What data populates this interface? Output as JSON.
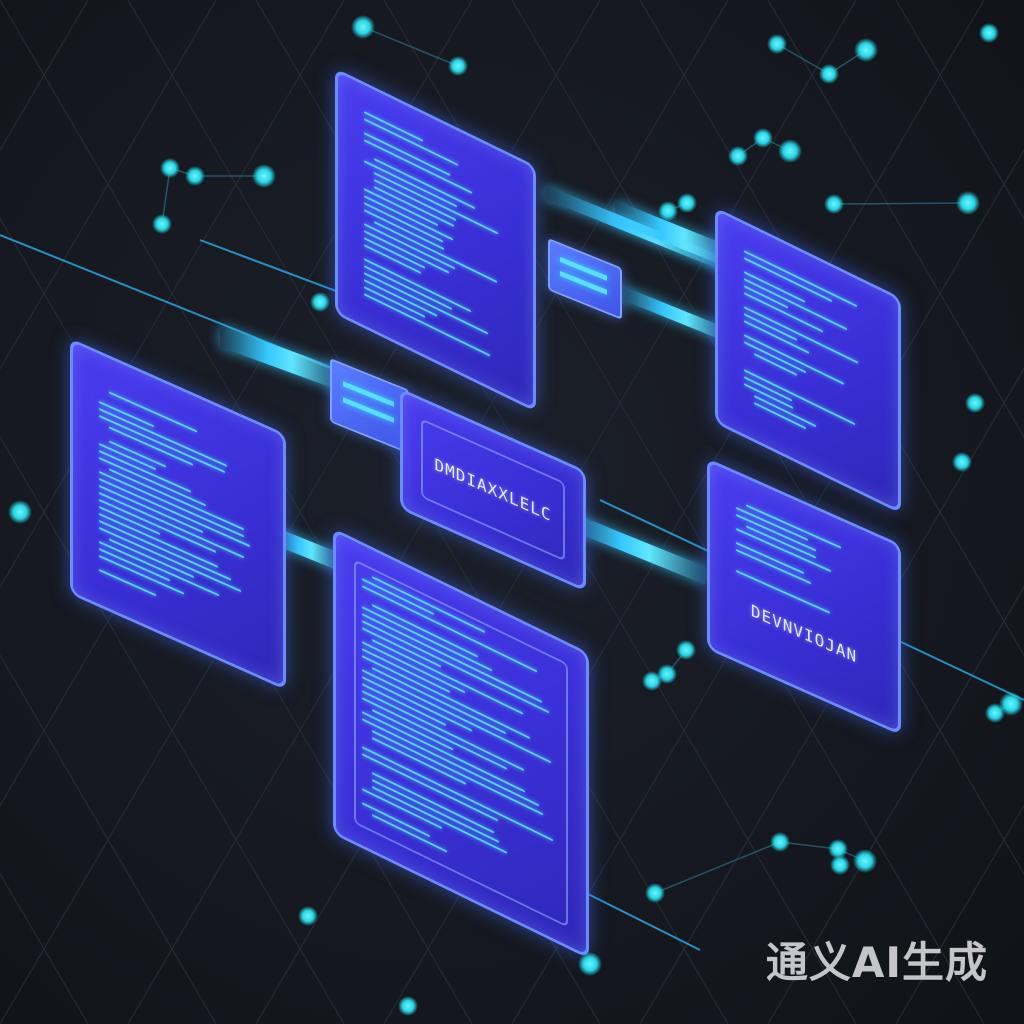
{
  "scene": {
    "background_color": "#15181f",
    "grid_color": "#262b36",
    "node_color": "#27d6e6",
    "panel_color": "#3f33e0",
    "panel_border_color": "#6b8cff",
    "code_line_color": "#5fe3ff",
    "connector_color": "#35c8ff"
  },
  "panels": [
    {
      "id": "top-center",
      "label": ""
    },
    {
      "id": "top-right",
      "label": ""
    },
    {
      "id": "middle-left",
      "label": ""
    },
    {
      "id": "center",
      "label": "DMDIAXXLELC"
    },
    {
      "id": "middle-right",
      "label": "DEVNVIOJAN"
    },
    {
      "id": "bottom-center",
      "label": ""
    }
  ],
  "watermark": {
    "text": "通义AI生成"
  }
}
